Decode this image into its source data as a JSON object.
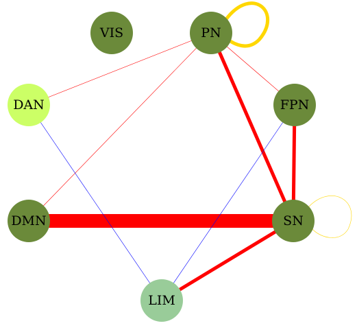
{
  "nodes": [
    {
      "id": "VIS",
      "label": "VIS",
      "color": "#6b8a3a"
    },
    {
      "id": "PN",
      "label": "PN",
      "color": "#6b8a3a"
    },
    {
      "id": "DAN",
      "label": "DAN",
      "color": "#ccff66"
    },
    {
      "id": "FPN",
      "label": "FPN",
      "color": "#6b8a3a"
    },
    {
      "id": "DMN",
      "label": "DMN",
      "color": "#6b8a3a"
    },
    {
      "id": "SN",
      "label": "SN",
      "color": "#6b8a3a"
    },
    {
      "id": "LIM",
      "label": "LIM",
      "color": "#99cc99"
    }
  ],
  "edges": [
    {
      "source": "PN",
      "target": "DAN",
      "color": "#ff0000",
      "weight": "thin"
    },
    {
      "source": "PN",
      "target": "DMN",
      "color": "#ff0000",
      "weight": "thin"
    },
    {
      "source": "PN",
      "target": "FPN",
      "color": "#ff0000",
      "weight": "thin"
    },
    {
      "source": "PN",
      "target": "SN",
      "color": "#ff0000",
      "weight": "strong"
    },
    {
      "source": "FPN",
      "target": "SN",
      "color": "#ff0000",
      "weight": "strong"
    },
    {
      "source": "DMN",
      "target": "SN",
      "color": "#ff0000",
      "weight": "strongest"
    },
    {
      "source": "SN",
      "target": "LIM",
      "color": "#ff0000",
      "weight": "strong"
    },
    {
      "source": "DAN",
      "target": "LIM",
      "color": "#0000ff",
      "weight": "thin"
    },
    {
      "source": "FPN",
      "target": "LIM",
      "color": "#0000ff",
      "weight": "thin"
    }
  ],
  "self_loops": [
    {
      "node": "PN",
      "color": "#ffd700",
      "weight": "strong"
    },
    {
      "node": "SN",
      "color": "#ffd700",
      "weight": "thin"
    }
  ]
}
